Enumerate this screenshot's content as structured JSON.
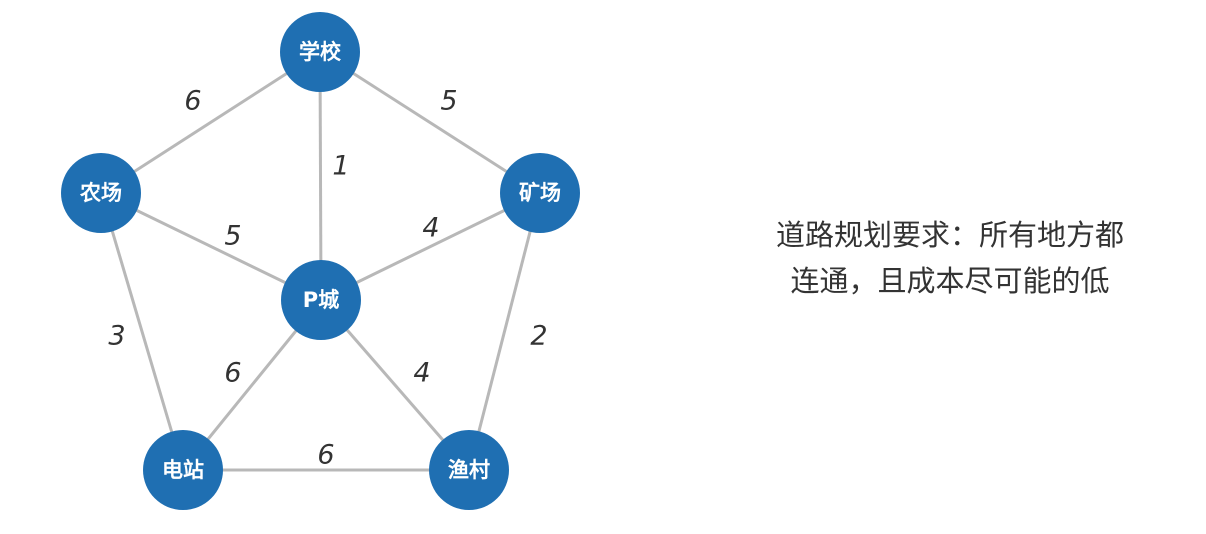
{
  "nodes": [
    {
      "id": "school",
      "label": "学校"
    },
    {
      "id": "farm",
      "label": "农场"
    },
    {
      "id": "mine",
      "label": "矿场"
    },
    {
      "id": "city",
      "label": "P城"
    },
    {
      "id": "power",
      "label": "电站"
    },
    {
      "id": "fishing",
      "label": "渔村"
    }
  ],
  "edges": [
    {
      "from": "school",
      "to": "farm",
      "weight": "6"
    },
    {
      "from": "school",
      "to": "mine",
      "weight": "5"
    },
    {
      "from": "school",
      "to": "city",
      "weight": "1"
    },
    {
      "from": "farm",
      "to": "city",
      "weight": "5"
    },
    {
      "from": "mine",
      "to": "city",
      "weight": "4"
    },
    {
      "from": "farm",
      "to": "power",
      "weight": "3"
    },
    {
      "from": "mine",
      "to": "fishing",
      "weight": "2"
    },
    {
      "from": "city",
      "to": "power",
      "weight": "6"
    },
    {
      "from": "city",
      "to": "fishing",
      "weight": "4"
    },
    {
      "from": "power",
      "to": "fishing",
      "weight": "6"
    }
  ],
  "description": {
    "line1": "道路规划要求：所有地方都",
    "line2": "连通，且成本尽可能的低"
  },
  "colors": {
    "node_fill": "#1f6fb2",
    "edge_stroke": "#b8b8b8",
    "text": "#333333"
  }
}
